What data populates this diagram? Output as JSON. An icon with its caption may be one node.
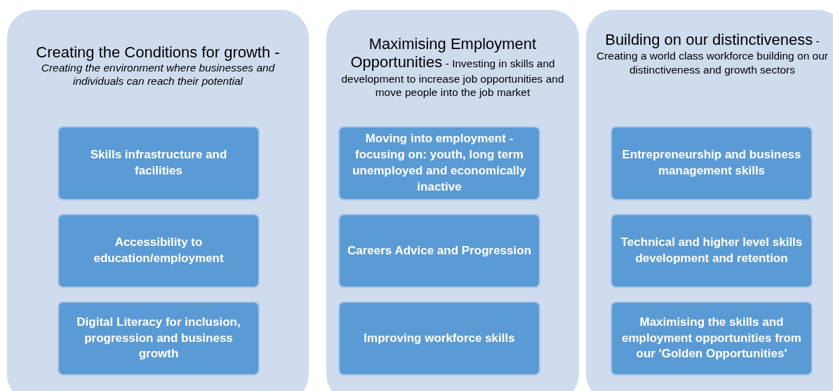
{
  "diagram": {
    "nodes": [
      {
        "text": [
          "Creating the Conditions for growth -",
          "Creating the environment where businesses and individuals can reach their potential"
        ]
      },
      {
        "text": [
          "Skills infrastructure and facilities"
        ],
        "in": 0
      },
      {
        "text": [
          "Accessibility to education/employment"
        ],
        "in": 0
      },
      {
        "text": [
          "Digital Literacy for inclusion, progression and business growth"
        ],
        "in": 0
      },
      {
        "text": [
          "Maximising Employment Opportunities",
          "- Investing in skills and development to increase job opportunities and move people into the job market"
        ]
      },
      {
        "text": [
          "Moving into employment - focusing on: youth, long term unemployed and economically inactive"
        ],
        "in": 4
      },
      {
        "text": [
          "Careers Advice and Progression"
        ],
        "in": 4
      },
      {
        "text": [
          "Improving workforce skills"
        ],
        "in": 4
      },
      {
        "text": [
          "Building on our distinctiveness",
          "-Creating a world class workforce building on our distinctiveness and growth sectors"
        ]
      },
      {
        "text": [
          "Entrepreneurship and business management skills"
        ],
        "in": 8
      },
      {
        "text": [
          "Technical and higher level skills development and retention"
        ],
        "in": 8
      },
      {
        "text": [
          "Maximising the skills and employment opportunities from our 'Golden Opportunities'"
        ],
        "in": 8
      }
    ]
  }
}
